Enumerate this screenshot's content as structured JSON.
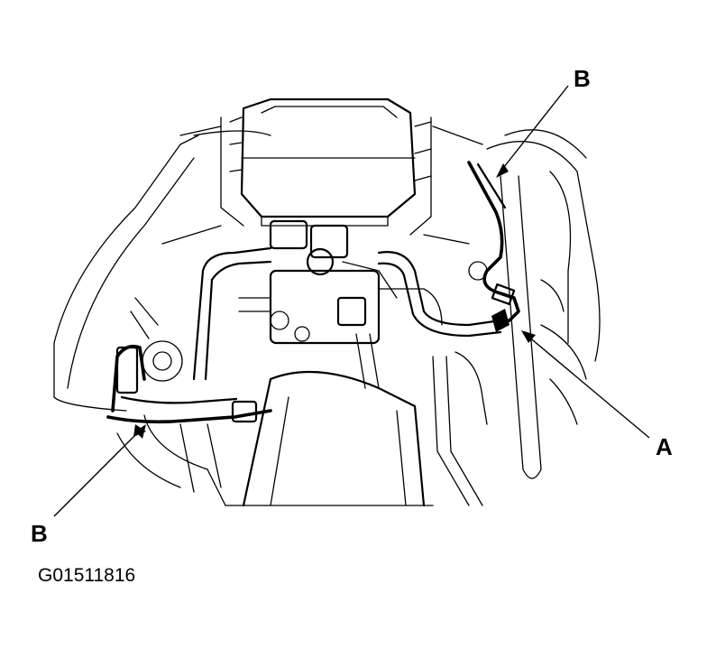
{
  "labels": {
    "b_top": "B",
    "a": "A",
    "b_bottom": "B"
  },
  "figure_id": "G01511816"
}
